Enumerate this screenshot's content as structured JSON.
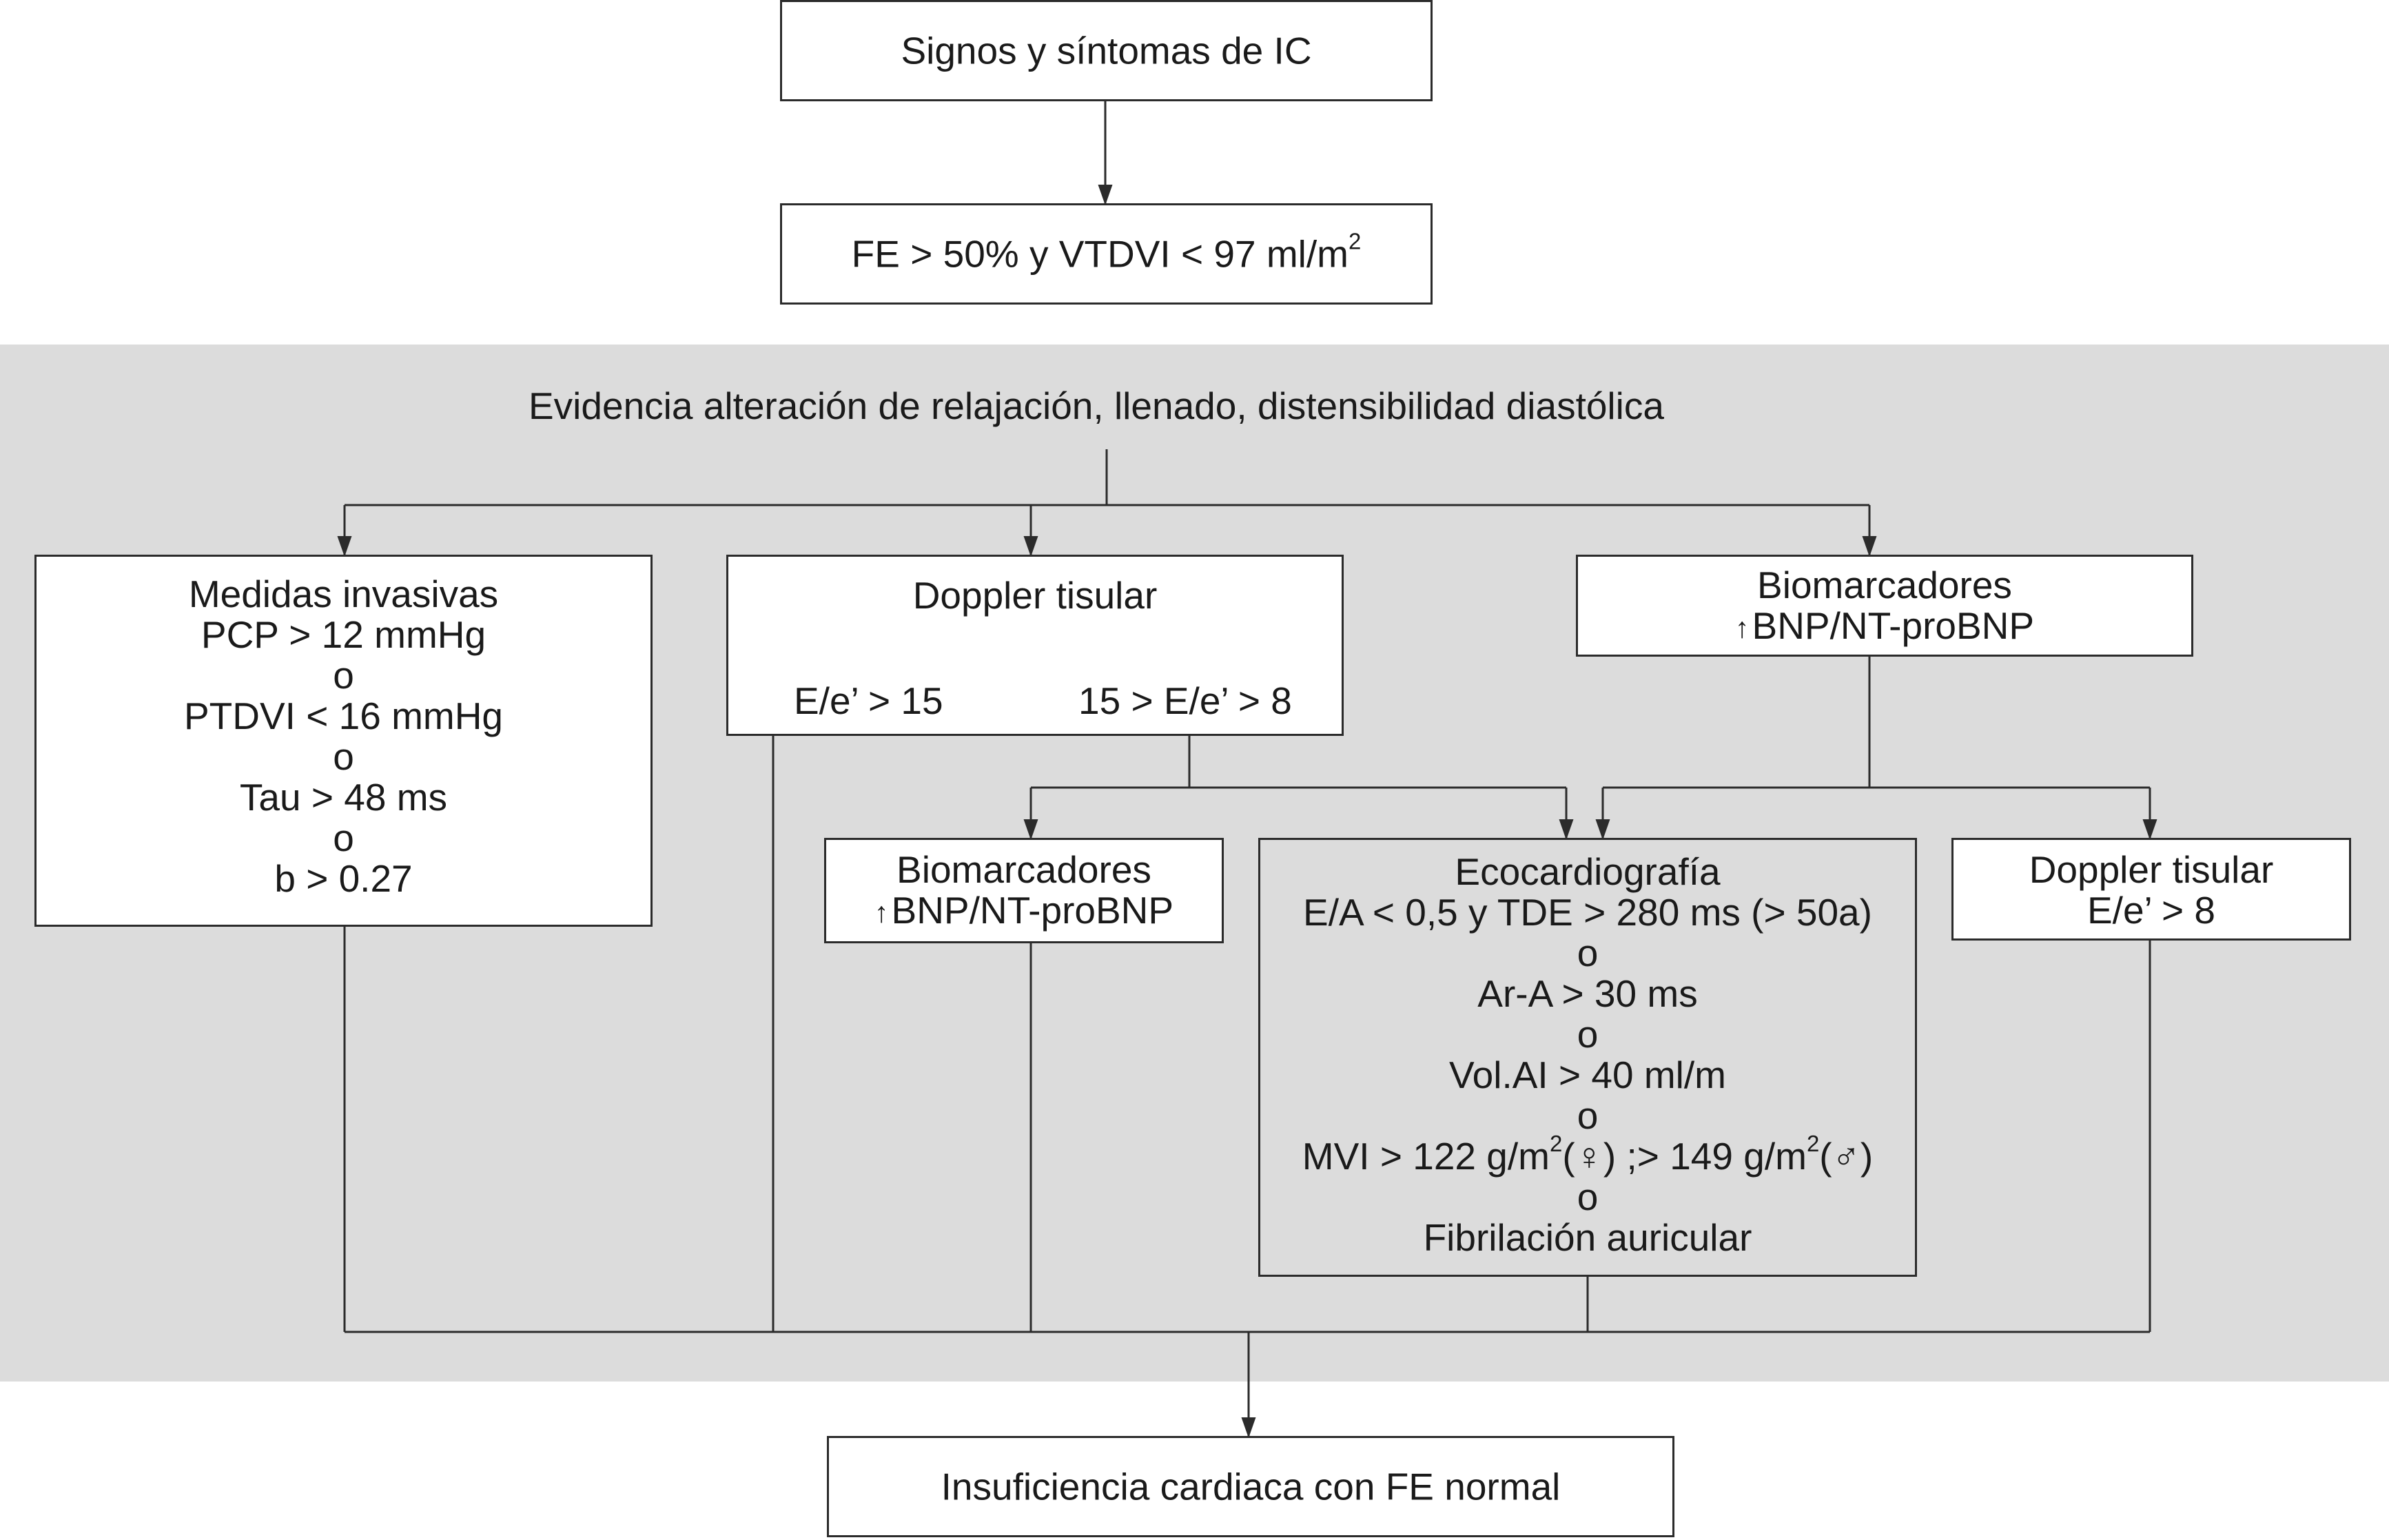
{
  "top": {
    "signs": "Signos y síntomas de IC",
    "fe_text": "FE > 50% y VTDVI < 97 ml/m",
    "fe_sup": "2"
  },
  "panel_title": "Evidencia alteración de relajación, llenado, distensibilidad diastólica",
  "invasive": {
    "title": "Medidas invasivas",
    "lines": [
      "PCP > 12 mmHg",
      "o",
      "PTDVI < 16 mmHg",
      "o",
      "Tau > 48 ms",
      "o",
      "b > 0.27"
    ]
  },
  "doppler_main": {
    "title": "Doppler tisular",
    "left": "E/e’ > 15",
    "right": "15 > E/e’ > 8"
  },
  "biomarkers_main": {
    "title": "Biomarcadores",
    "arrow_icon": "up-arrow-icon",
    "value": "BNP/NT-proBNP"
  },
  "biomarkers_sub": {
    "title": "Biomarcadores",
    "arrow_icon": "up-arrow-icon",
    "value": "BNP/NT-proBNP"
  },
  "echo": {
    "title": "Ecocardiografía",
    "l1": "E/A < 0,5 y TDE > 280 ms (> 50a)",
    "o1": "o",
    "l2": "Ar-A > 30 ms",
    "o2": "o",
    "l3": "Vol.AI > 40 ml/m",
    "o3": "o",
    "mvi_a": "MVI > 122 g/m",
    "mvi_sup1": "2",
    "mvi_b": "(♀) ;> 149 g/m",
    "mvi_sup2": "2",
    "mvi_c": "(♂)",
    "o4": "o",
    "l5": "Fibrilación auricular"
  },
  "doppler_sub": {
    "title": "Doppler tisular",
    "value": "E/e’ > 8"
  },
  "result": "Insuficiencia cardiaca con FE normal"
}
